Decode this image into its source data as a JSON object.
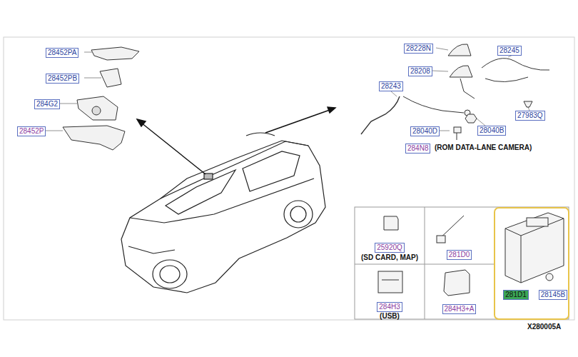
{
  "diagram": {
    "nodes": [
      {
        "text": [
          "25920Q",
          "(SD CARD, MAP)"
        ]
      },
      {
        "text": [
          "281D0"
        ]
      },
      {
        "text": [
          "281D1",
          "28145B"
        ]
      },
      {
        "text": [
          "284H3",
          "(USB)"
        ]
      },
      {
        "text": [
          "284H3+A"
        ]
      }
    ],
    "labels": [
      "28452PA",
      "28452PB",
      "284G2",
      "28452P",
      "28228N",
      "28245",
      "28208",
      "28243",
      "27983Q",
      "28040D",
      "28040B",
      "284N8",
      "(ROM DATA-LANE CAMERA)",
      "X280005A"
    ]
  }
}
